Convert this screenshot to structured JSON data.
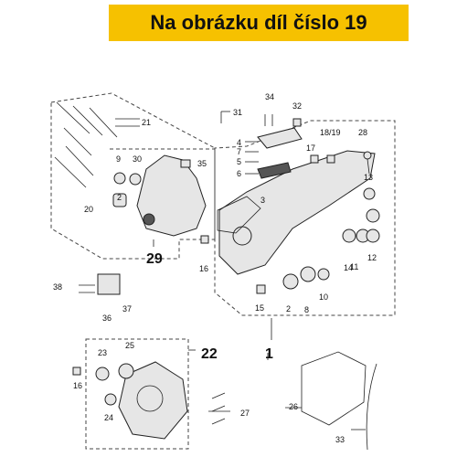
{
  "banner": {
    "text": "Na obrázku díl číslo 19"
  },
  "callouts": {
    "c1": "1",
    "c2a": "2",
    "c2b": "2",
    "c3": "3",
    "c4": "4",
    "c5": "5",
    "c6": "6",
    "c7": "7",
    "c8": "8",
    "c9": "9",
    "c10": "10",
    "c11": "11",
    "c12": "12",
    "c13": "13",
    "c14": "14",
    "c15": "15",
    "c16a": "16",
    "c16b": "16",
    "c17": "17",
    "c1819": "18/19",
    "c20": "20",
    "c21": "21",
    "c22": "22",
    "c23": "23",
    "c24": "24",
    "c25": "25",
    "c26": "26",
    "c27": "27",
    "c28": "28",
    "c29": "29",
    "c30": "30",
    "c31": "31",
    "c32": "32",
    "c33": "33",
    "c34": "34",
    "c35": "35",
    "c36": "36",
    "c37": "37",
    "c38": "38"
  }
}
